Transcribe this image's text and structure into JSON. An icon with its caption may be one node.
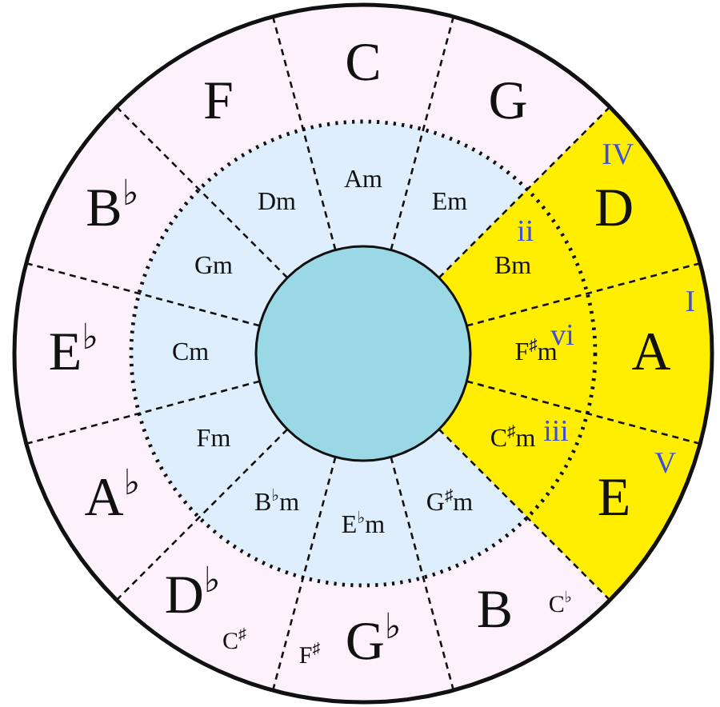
{
  "diagram": {
    "nodes": [
      {
        "text": [
          "C"
        ]
      },
      {
        "text": [
          "G"
        ]
      },
      {
        "text": [
          "IV",
          "D"
        ]
      },
      {
        "text": [
          "A",
          "I"
        ]
      },
      {
        "text": [
          "E",
          "V"
        ]
      },
      {
        "text": [
          "B",
          "C$^{♭}$"
        ]
      },
      {
        "text": [
          "F$^{♯}$",
          "G$^{♭}$"
        ]
      },
      {
        "text": [
          "D$^{♭}$",
          "C$^{♯}$"
        ]
      },
      {
        "text": [
          "A$^{♭}$"
        ]
      },
      {
        "text": [
          "E$^{♭}$"
        ]
      },
      {
        "text": [
          "B$^{♭}$"
        ]
      },
      {
        "text": [
          "F"
        ]
      },
      {
        "text": [
          "Am"
        ]
      },
      {
        "text": [
          "Em"
        ]
      },
      {
        "text": [
          "ii",
          "Bm"
        ]
      },
      {
        "text": [
          "F$^{♯}$m",
          "vi"
        ]
      },
      {
        "text": [
          "C$^{♯}$m",
          "iii"
        ]
      },
      {
        "text": [
          "G$^{♯}$m"
        ]
      },
      {
        "text": [
          "E$^{♭}$m"
        ]
      },
      {
        "text": [
          "B$^{♭}$m"
        ]
      },
      {
        "text": [
          "Fm"
        ]
      },
      {
        "text": [
          "Cm"
        ]
      },
      {
        "text": [
          "Gm"
        ]
      },
      {
        "text": [
          "Dm"
        ]
      },
      {
        "text": [],
        "shape": "circle"
      }
    ]
  }
}
